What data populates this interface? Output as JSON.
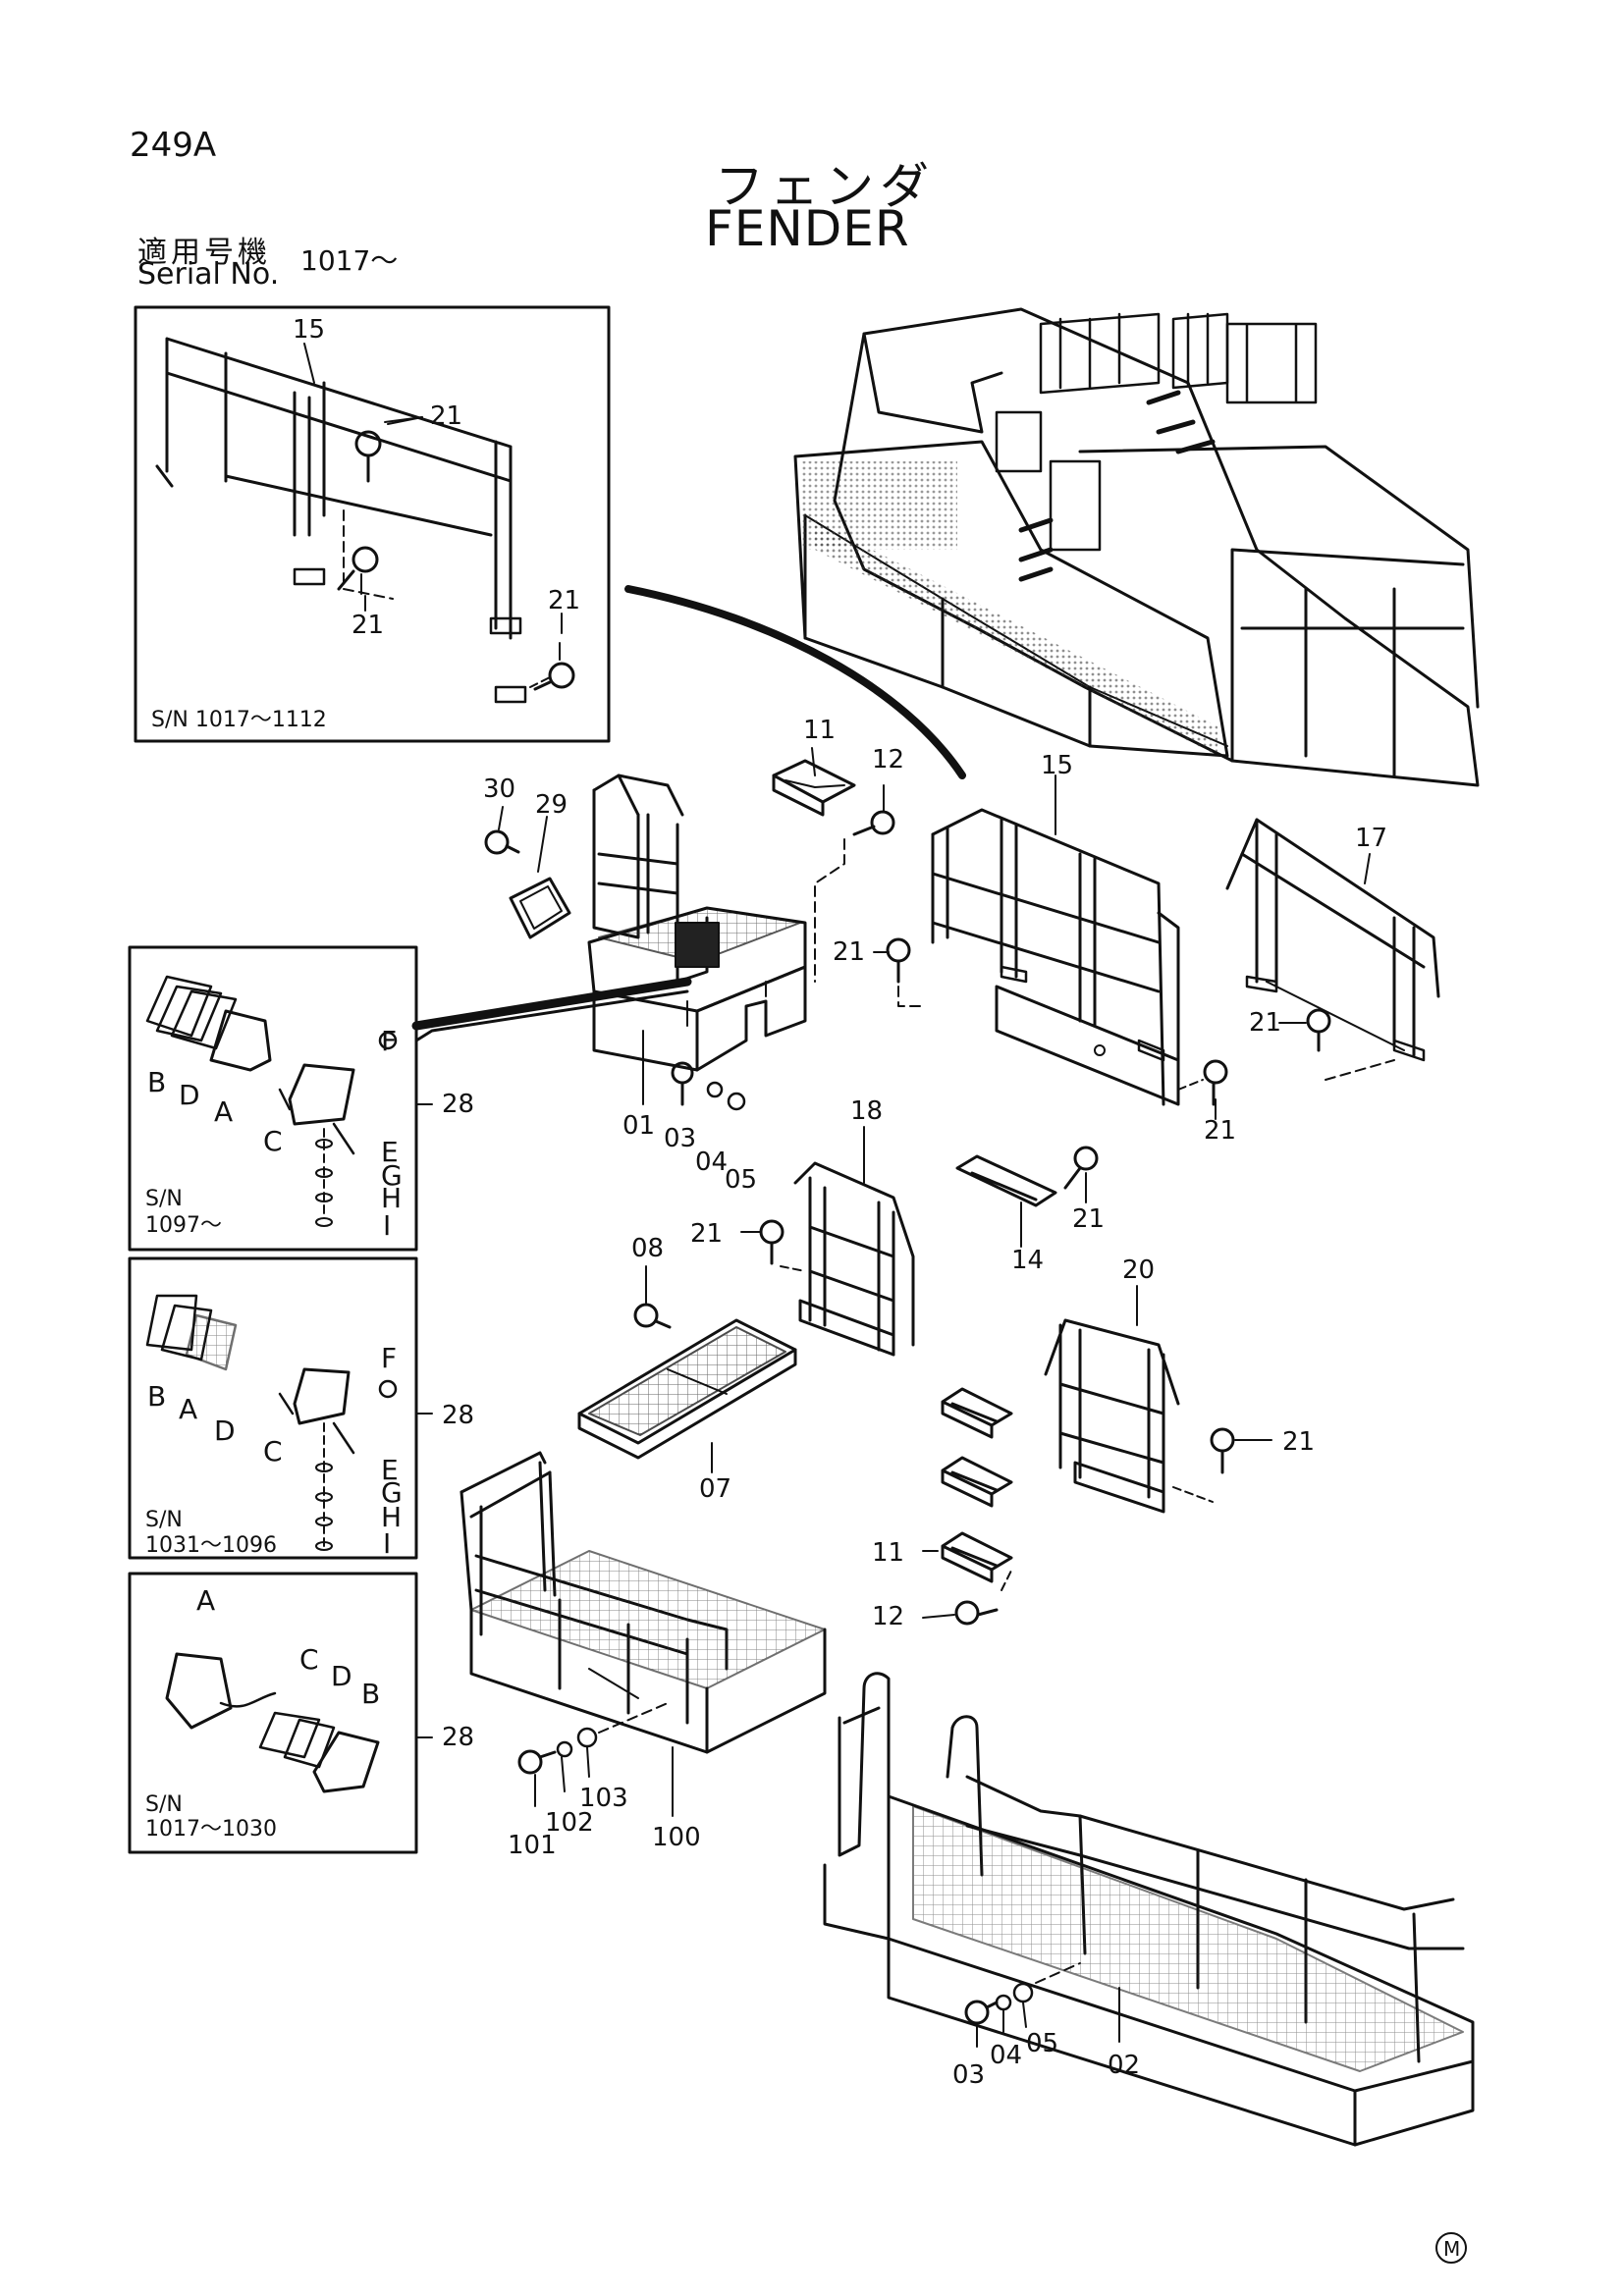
{
  "header": {
    "page_code": "249A",
    "title_jp": "フェンダ",
    "title_en": "FENDER",
    "serial_label_jp": "適用号機",
    "serial_label_en": "Serial No.",
    "serial_value": "1017～"
  },
  "inset_top": {
    "sn": "S/N 1017～1112",
    "labels": [
      "15",
      "21",
      "21",
      "21"
    ]
  },
  "inset_lamp_1": {
    "sn_line1": "S/N",
    "sn_line2": "1097～",
    "callout": "28",
    "letters": [
      "B",
      "D",
      "A",
      "C",
      "F",
      "E",
      "G",
      "H",
      "I"
    ]
  },
  "inset_lamp_2": {
    "sn_line1": "S/N",
    "sn_line2": "1031～1096",
    "callout": "28",
    "letters": [
      "B",
      "A",
      "D",
      "C",
      "F",
      "E",
      "G",
      "H",
      "I"
    ]
  },
  "inset_lamp_3": {
    "sn_line1": "S/N",
    "sn_line2": "1017～1030",
    "callout": "28",
    "letters": [
      "A",
      "C",
      "D",
      "B"
    ]
  },
  "parts": {
    "p30": "30",
    "p29": "29",
    "p11a": "11",
    "p12a": "12",
    "p15": "15",
    "p17": "17",
    "p21a": "21",
    "p21b": "21",
    "p21c": "21",
    "p21d": "21",
    "p21e": "21",
    "p21f": "21",
    "p01": "01",
    "p03a": "03",
    "p04a": "04",
    "p05a": "05",
    "p18": "18",
    "p14": "14",
    "p08": "08",
    "p20": "20",
    "p07": "07",
    "p11b": "11",
    "p12b": "12",
    "p101": "101",
    "p102": "102",
    "p103": "103",
    "p100": "100",
    "p03b": "03",
    "p04b": "04",
    "p05b": "05",
    "p02": "02"
  },
  "footer_mark": "M"
}
